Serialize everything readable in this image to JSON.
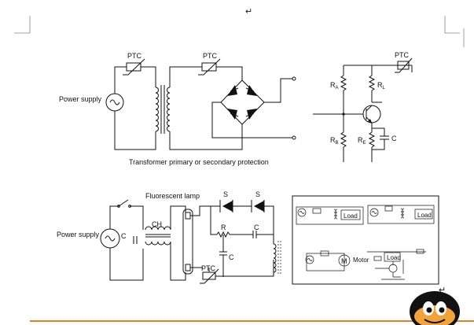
{
  "page": {
    "return_mark": "↵",
    "bottom_rule_color": "#d9822b",
    "mascot": "penguin-mascot"
  },
  "circuit1": {
    "ptc_primary": "PTC",
    "ptc_secondary": "PTC",
    "power_supply": "Power supply",
    "caption": "Transformer primary or secondary protection"
  },
  "circuit2": {
    "ptc": "PTC",
    "ra": "R",
    "ra_sub": "A",
    "rl": "R",
    "rl_sub": "L",
    "rb": "R",
    "rb_sub": "B",
    "re": "R",
    "re_sub": "E",
    "c": "C"
  },
  "circuit3": {
    "power_supply": "Power supply",
    "fluorescent_lamp": "Fluorescent lamp",
    "ch": "CH",
    "c_left": "C",
    "s1": "S",
    "s2": "S",
    "r": "R",
    "c_top": "C",
    "c_mid": "C",
    "ptc": "PTC"
  },
  "applications": {
    "load1": "Load",
    "load2": "Load",
    "load3": "Load",
    "motor": "Motor",
    "motor_symbol": "M"
  }
}
